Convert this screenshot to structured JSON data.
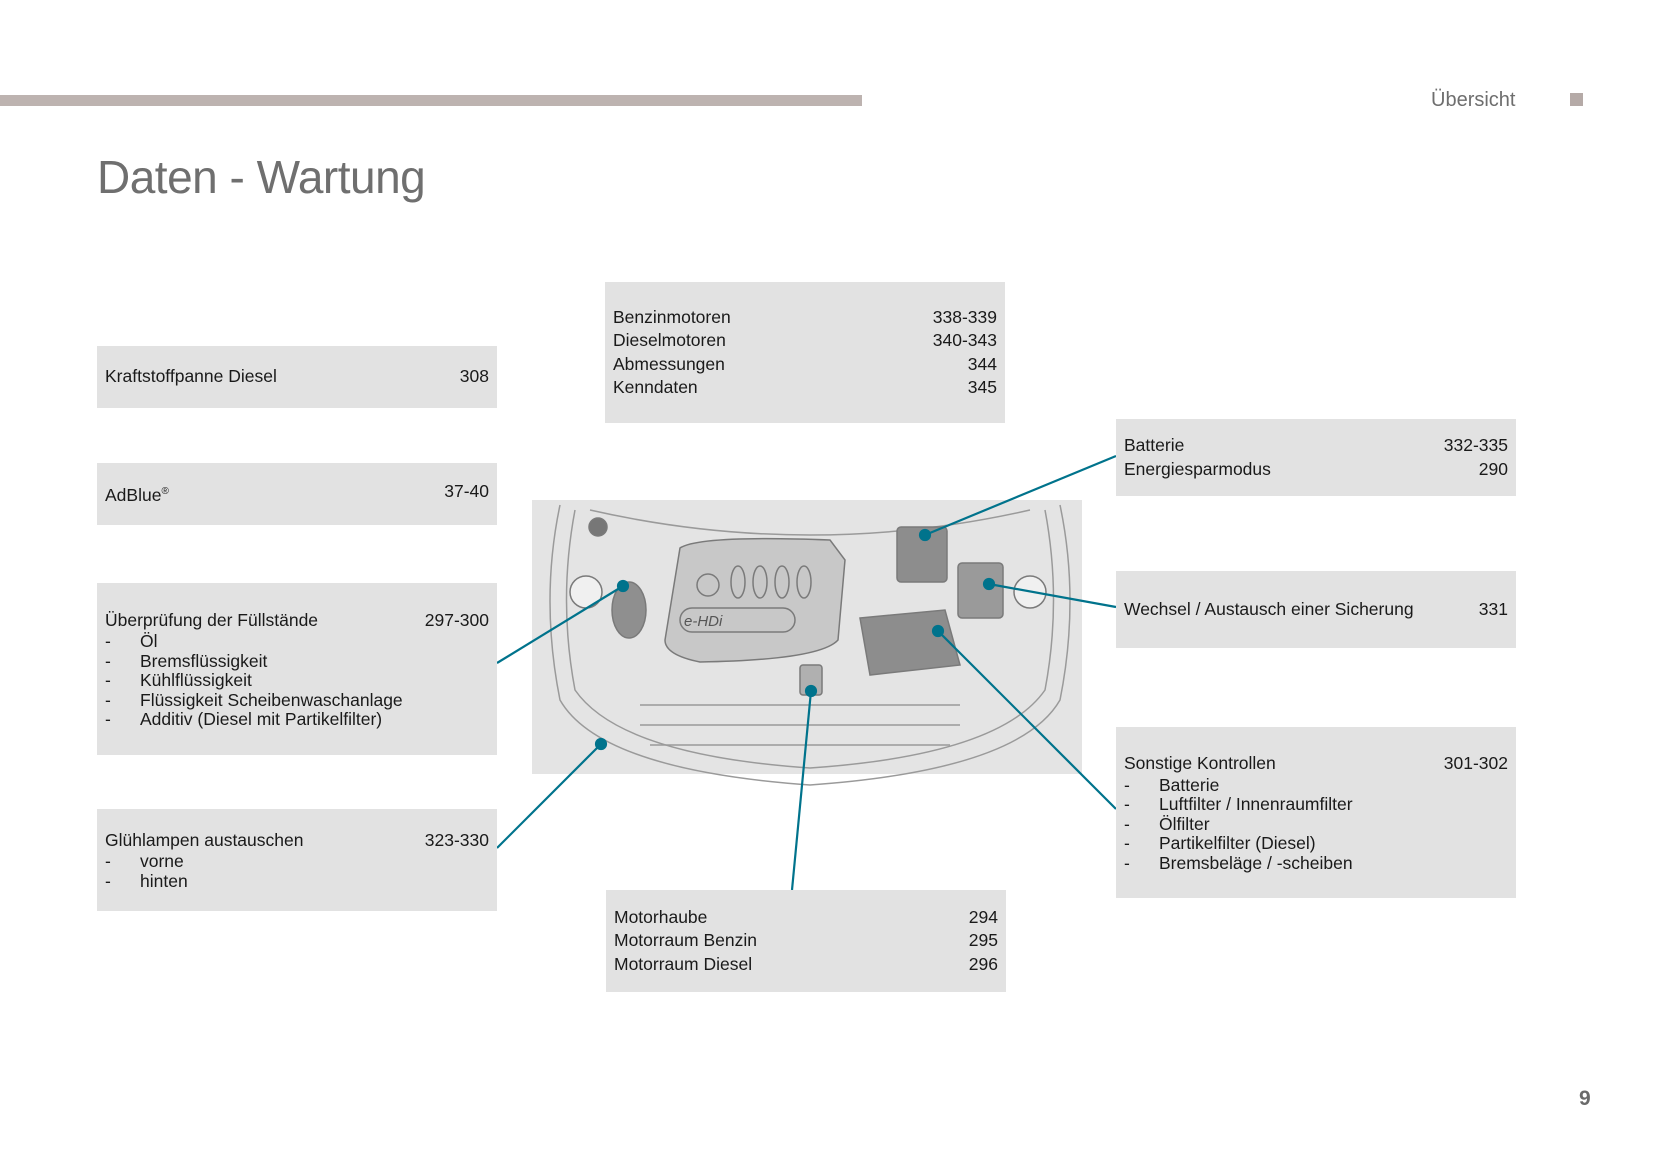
{
  "header": {
    "section": "Übersicht",
    "title": "Daten - Wartung"
  },
  "boxes": {
    "fuel": {
      "label": "Kraftstoffpanne Diesel",
      "page": "308"
    },
    "adblue": {
      "label": "AdBlue",
      "sup": "®",
      "page": "37-40"
    },
    "levels": {
      "label": "Überprüfung der Füllstände",
      "page": "297-300",
      "items": [
        "Öl",
        "Bremsflüssigkeit",
        "Kühlflüssigkeit",
        "Flüssigkeit Scheibenwaschanlage",
        "Additiv (Diesel mit Partikelfilter)"
      ]
    },
    "bulbs": {
      "label": "Glühlampen austauschen",
      "page": "323-330",
      "items": [
        "vorne",
        "hinten"
      ]
    },
    "engines": {
      "rows": [
        {
          "label": "Benzinmotoren",
          "page": "338-339"
        },
        {
          "label": "Dieselmotoren",
          "page": "340-343"
        },
        {
          "label": "Abmessungen",
          "page": "344"
        },
        {
          "label": "Kenndaten",
          "page": "345"
        }
      ]
    },
    "bonnet": {
      "rows": [
        {
          "label": "Motorhaube",
          "page": "294"
        },
        {
          "label": "Motorraum Benzin",
          "page": "295"
        },
        {
          "label": "Motorraum Diesel",
          "page": "296"
        }
      ]
    },
    "battery": {
      "rows": [
        {
          "label": "Batterie",
          "page": "332-335"
        },
        {
          "label": "Energiesparmodus",
          "page": "290"
        }
      ]
    },
    "fuse": {
      "label": "Wechsel / Austausch einer Sicherung",
      "page": "331"
    },
    "other": {
      "label": "Sonstige Kontrollen",
      "page": "301-302",
      "items": [
        "Batterie",
        "Luftfilter / Innenraumfilter",
        "Ölfilter",
        "Partikelfilter (Diesel)",
        "Bremsbeläge / -scheiben"
      ]
    }
  },
  "illustration": {
    "engine_badge": "e-HDi"
  },
  "colors": {
    "callout": "#00738c",
    "box": "#e2e2e2",
    "bar": "#bdb3b0"
  },
  "footer": {
    "page_number": "9"
  }
}
